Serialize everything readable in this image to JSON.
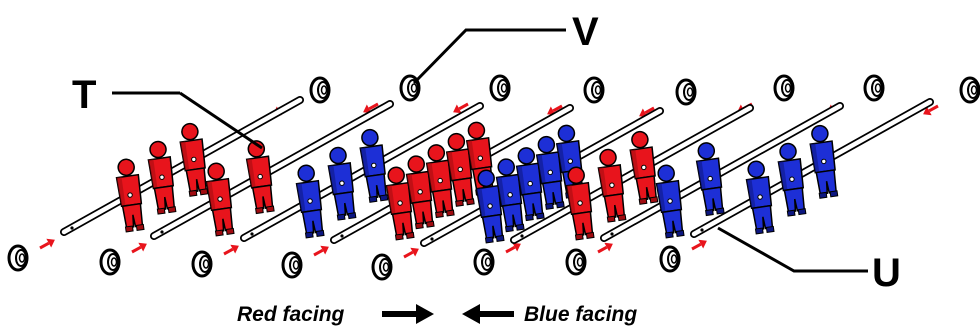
{
  "colors": {
    "red_team": "#e8141c",
    "red_team_dark": "#a00b10",
    "blue_team": "#1d2fd6",
    "blue_team_dark": "#0c1680",
    "rod": "#ffffff",
    "outline": "#000000",
    "arrow": "#e8141c"
  },
  "labels": {
    "T": "T",
    "V": "V",
    "U": "U"
  },
  "captions": {
    "red_facing": "Red facing",
    "blue_facing": "Blue facing"
  },
  "icons": {
    "bumper": "bumper-ring-icon",
    "arrow": "insertion-arrow-icon",
    "red_direction": "arrow-right-icon",
    "blue_direction": "arrow-left-icon"
  },
  "rods": [
    {
      "team": "red",
      "players": 3
    },
    {
      "team": "red",
      "players": 2
    },
    {
      "team": "blue",
      "players": 3
    },
    {
      "team": "red",
      "players": 5
    },
    {
      "team": "blue",
      "players": 5
    },
    {
      "team": "red",
      "players": 3
    },
    {
      "team": "blue",
      "players": 2
    },
    {
      "team": "blue",
      "players": 3
    }
  ]
}
